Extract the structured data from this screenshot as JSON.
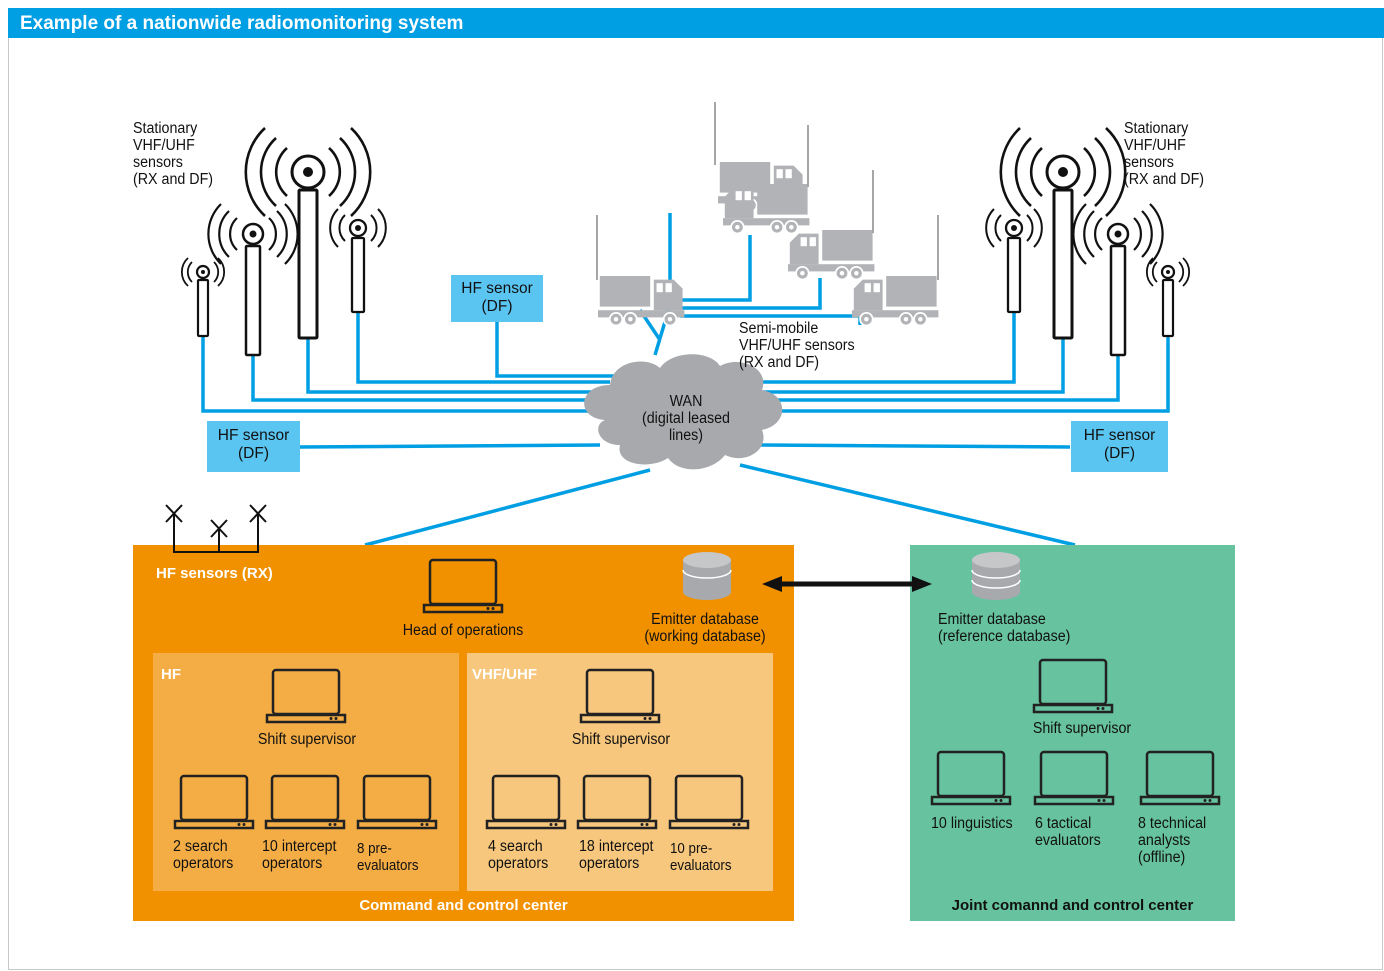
{
  "title": "Example of a nationwide radiomonitoring system",
  "stationary_left": [
    "Stationary",
    "VHF/UHF",
    "sensors",
    "(RX and DF)"
  ],
  "stationary_right": [
    "Stationary",
    "VHF/UHF",
    "sensors",
    "(RX and DF)"
  ],
  "hf_sensor_top": [
    "HF sensor",
    "(DF)"
  ],
  "hf_sensor_left": [
    "HF sensor",
    "(DF)"
  ],
  "hf_sensor_right": [
    "HF sensor",
    "(DF)"
  ],
  "semi_mobile": [
    "Semi-mobile",
    "VHF/UHF sensors",
    "(RX and DF)"
  ],
  "wan": [
    "WAN",
    "(digital leased",
    "lines)"
  ],
  "command_center": {
    "hf_sensors_rx": "HF sensors (RX)",
    "head_of_operations": "Head of operations",
    "emitter_db": [
      "Emitter database",
      "(working database)"
    ],
    "footer": "Command and control center",
    "hf": {
      "label": "HF",
      "supervisor": "Shift supervisor",
      "workstations": [
        [
          "2 search",
          "operators"
        ],
        [
          "10 intercept",
          "operators"
        ],
        [
          "8 pre-",
          "evaluators"
        ]
      ]
    },
    "vhf": {
      "label": "VHF/UHF",
      "supervisor": "Shift supervisor",
      "workstations": [
        [
          "4 search",
          "operators"
        ],
        [
          "18 intercept",
          "operators"
        ],
        [
          "10 pre-",
          "evaluators"
        ]
      ]
    }
  },
  "joint_center": {
    "emitter_db": [
      "Emitter database",
      "(reference database)"
    ],
    "supervisor": "Shift supervisor",
    "workstations": [
      [
        "10 linguistics"
      ],
      [
        "6 tactical",
        "evaluators"
      ],
      [
        "8 technical",
        "analysts",
        "(offline)"
      ]
    ],
    "footer": "Joint comannd and control center"
  },
  "colors": {
    "header": "#009fe3",
    "link": "#009fe3",
    "command_center": "#f29100",
    "hf_panel": "#f4ad45",
    "vhf_panel": "#f7c77d",
    "joint_center": "#66c29f",
    "hf_sensor_box": "#5bc5f2",
    "wan_cloud": "#a7a9ac",
    "truck": "#b1b3b6"
  }
}
